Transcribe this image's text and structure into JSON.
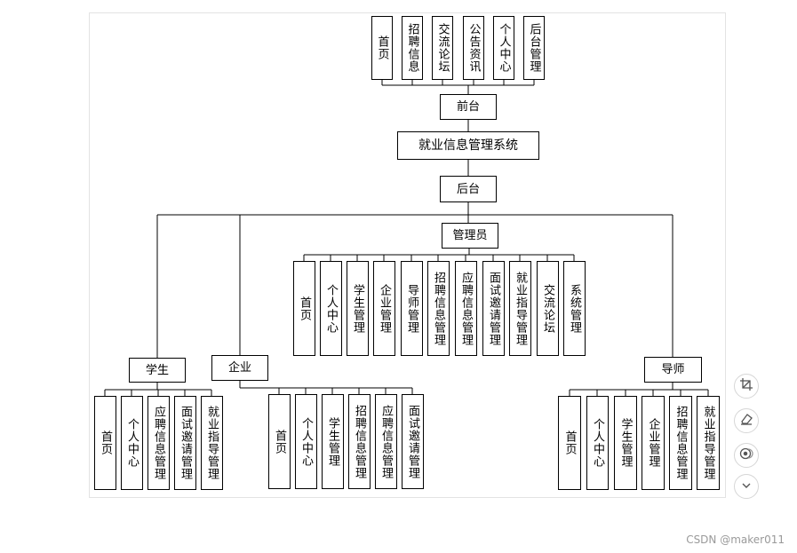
{
  "diagram": {
    "root": "就业信息管理系统",
    "front": {
      "label": "前台",
      "items": [
        "首页",
        "招聘信息",
        "交流论坛",
        "公告资讯",
        "个人中心",
        "后台管理"
      ]
    },
    "back": {
      "label": "后台"
    },
    "admin": {
      "label": "管理员",
      "items": [
        "首页",
        "个人中心",
        "学生管理",
        "企业管理",
        "导师管理",
        "招聘信息管理",
        "应聘信息管理",
        "面试邀请管理",
        "就业指导管理",
        "交流论坛",
        "系统管理"
      ]
    },
    "student": {
      "label": "学生",
      "items": [
        "首页",
        "个人中心",
        "应聘信息管理",
        "面试邀请管理",
        "就业指导管理"
      ]
    },
    "company": {
      "label": "企业",
      "items": [
        "首页",
        "个人中心",
        "学生管理",
        "招聘信息管理",
        "应聘信息管理",
        "面试邀请管理"
      ]
    },
    "tutor": {
      "label": "导师",
      "items": [
        "首页",
        "个人中心",
        "学生管理",
        "企业管理",
        "招聘信息管理",
        "就业指导管理"
      ]
    }
  },
  "toolbar": {
    "icons": [
      "crop-icon",
      "eraser-icon",
      "ocr-icon",
      "chevron-down-icon"
    ]
  },
  "watermark": "CSDN @maker011",
  "colors": {
    "line": "#000000",
    "box_border": "#000000",
    "canvas_border": "#e3e3e3",
    "watermark": "#9a9a9a"
  }
}
